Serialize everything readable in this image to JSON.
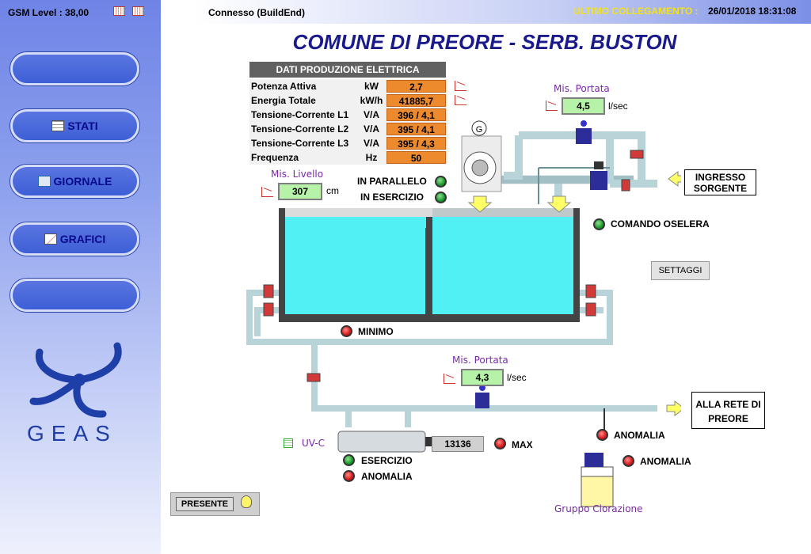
{
  "header": {
    "gsm_level": "GSM Level :  38,00",
    "connection_status": "Connesso (BuildEnd)",
    "last_connection_label": "ULTIMO COLLEGAMENTO :",
    "last_connection_value": "26/01/2018 18:31:08",
    "title": "COMUNE DI PREORE - SERB. BUSTON"
  },
  "sidebar": {
    "buttons": [
      {
        "label": ""
      },
      {
        "label": "STATI",
        "icon": "table-icon"
      },
      {
        "label": "GIORNALE",
        "icon": "journal-icon"
      },
      {
        "label": "GRAFICI",
        "icon": "chart-icon"
      },
      {
        "label": ""
      }
    ],
    "logo_text": "GEAS"
  },
  "production": {
    "title": "DATI PRODUZIONE ELETTRICA",
    "rows": [
      {
        "label": "Potenza Attiva",
        "unit": "kW",
        "value": "2,7"
      },
      {
        "label": "Energia Totale",
        "unit": "kW/h",
        "value": "41885,7"
      },
      {
        "label": "Tensione-Corrente L1",
        "unit": "V/A",
        "value": "396  /  4,1"
      },
      {
        "label": "Tensione-Corrente L2",
        "unit": "V/A",
        "value": "395  /  4,1"
      },
      {
        "label": "Tensione-Corrente L3",
        "unit": "V/A",
        "value": "395  /  4,3"
      },
      {
        "label": "Frequenza",
        "unit": "Hz",
        "value": "50"
      }
    ]
  },
  "level": {
    "label": "Mis. Livello",
    "value": "307",
    "unit": "cm"
  },
  "flow_in": {
    "label": "Mis. Portata",
    "value": "4,5",
    "unit": "l/sec"
  },
  "flow_out": {
    "label": "Mis. Portata",
    "value": "4,3",
    "unit": "l/sec"
  },
  "status": {
    "parallel": "IN PARALLELO",
    "running": "IN ESERCIZIO",
    "oselera": "COMANDO OSELERA",
    "minimum": "MINIMO",
    "max": "MAX",
    "uv_esercizio": "ESERCIZIO",
    "uv_anomalia": "ANOMALIA",
    "anomalia_1": "ANOMALIA",
    "anomalia_2": "ANOMALIA"
  },
  "labels": {
    "ingresso": "INGRESSO SORGENTE",
    "rete": "ALLA RETE DI PREORE",
    "settaggi": "SETTAGGI",
    "uvc": "UV-C",
    "uv_counter": "13136",
    "clorazione": "Gruppo Clorazione",
    "presente": "PRESENTE",
    "generator_symbol": "G"
  },
  "colors": {
    "tank_water": "#50f0f5",
    "pipe": "#b9d4d9",
    "value_orange": "#ec8a2d",
    "value_green": "#b6f2a8",
    "title_blue": "#1a1a8c"
  }
}
